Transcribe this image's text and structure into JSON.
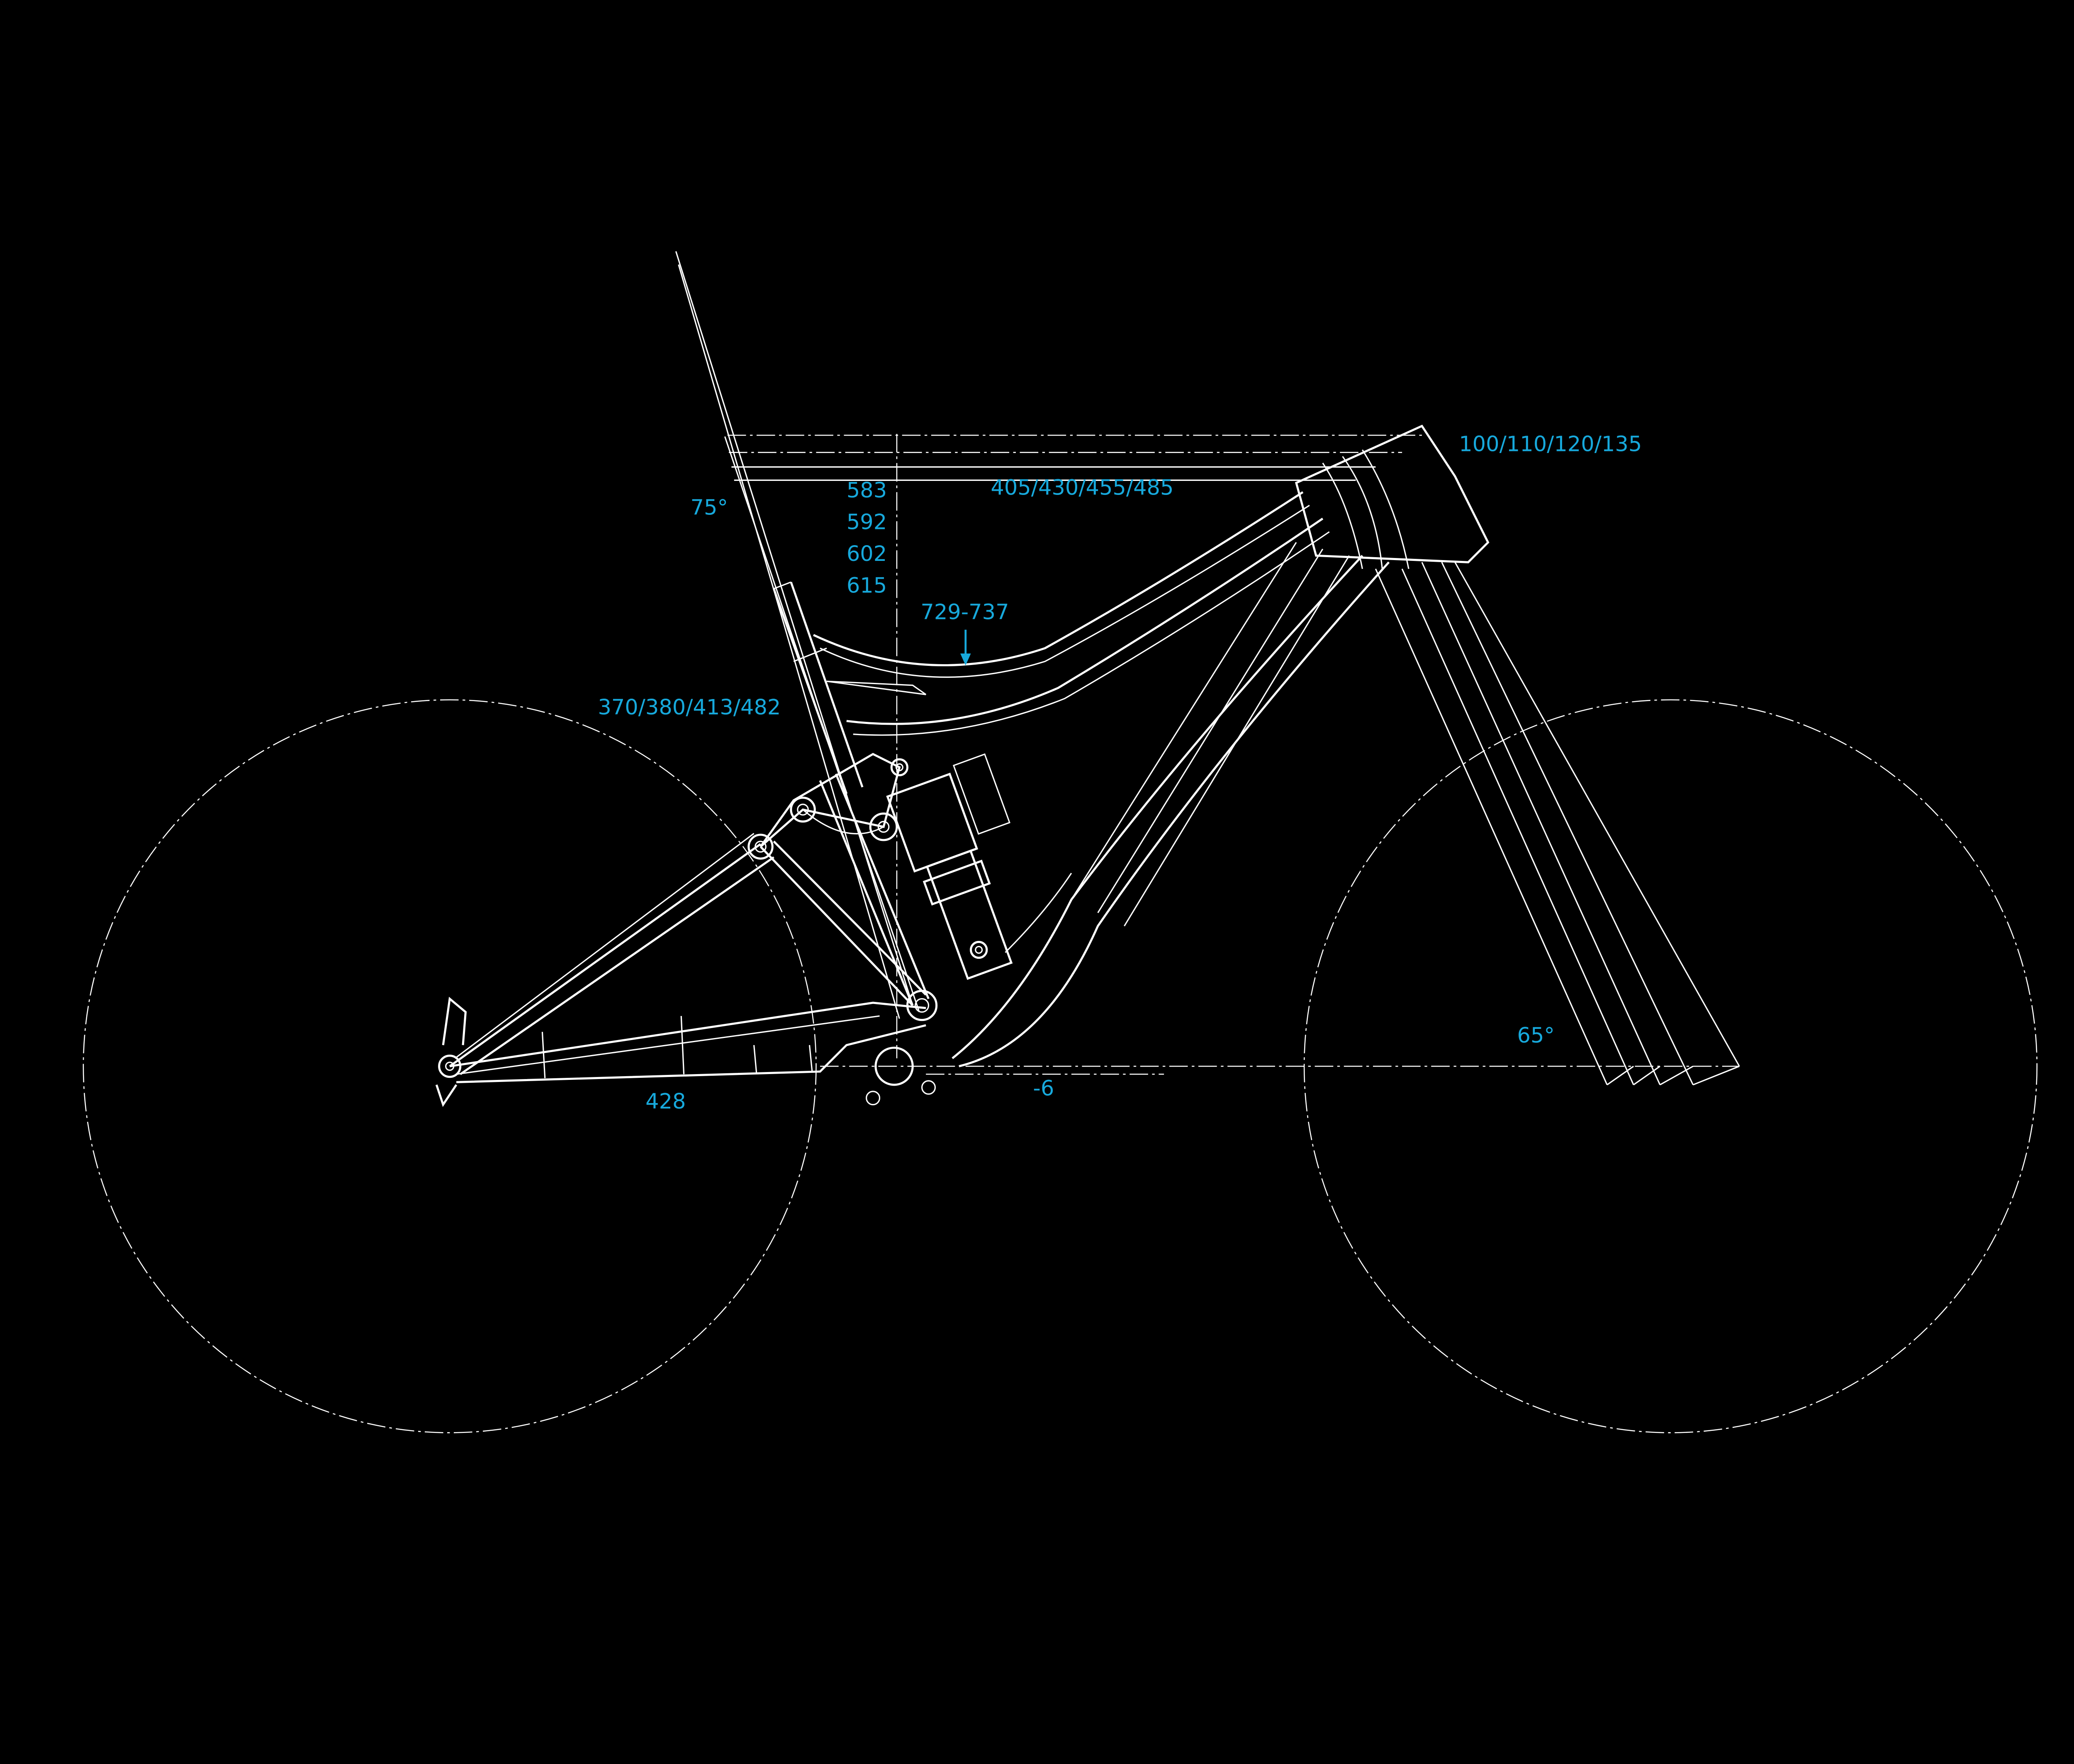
{
  "colors": {
    "background": "#000000",
    "linework": "#ffffff",
    "dimension_text": "#17a9dc"
  },
  "dimensions": {
    "stem_lengths": "100/110/120/135",
    "reach": "405/430/455/485",
    "stack": [
      "583",
      "592",
      "602",
      "615"
    ],
    "seat_angle": "75°",
    "top_tube": "729-737",
    "seat_tube": "370/380/413/482",
    "chainstay": "428",
    "bb_drop": "-6",
    "head_angle": "65°"
  }
}
